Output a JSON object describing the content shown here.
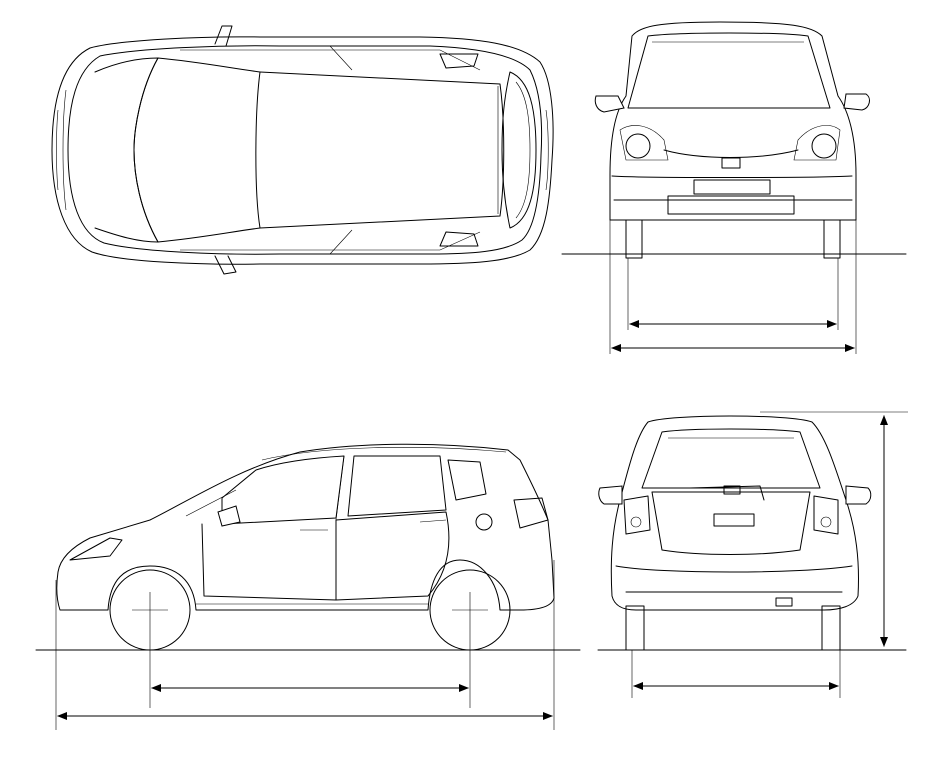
{
  "views": [
    {
      "id": "top",
      "description_shown": false
    },
    {
      "id": "front",
      "description_shown": false
    },
    {
      "id": "side",
      "description_shown": false
    },
    {
      "id": "rear",
      "description_shown": false
    }
  ],
  "dimensions": [
    {
      "id": "front-track"
    },
    {
      "id": "front-overall-width"
    },
    {
      "id": "wheelbase"
    },
    {
      "id": "overall-length"
    },
    {
      "id": "rear-track"
    },
    {
      "id": "overall-height"
    }
  ],
  "colors": {
    "line": "#000000",
    "background": "#ffffff"
  }
}
